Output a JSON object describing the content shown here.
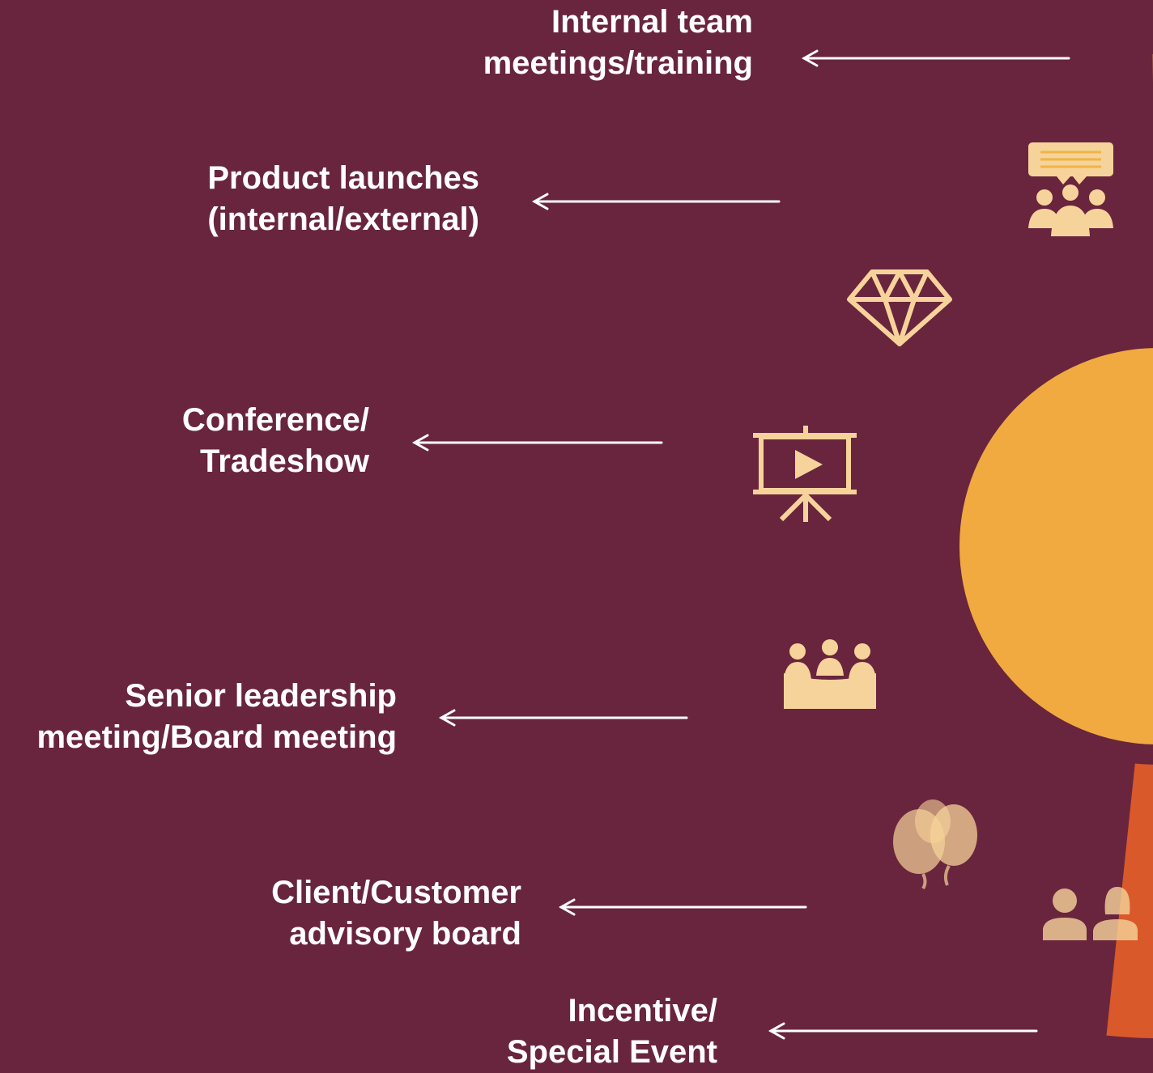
{
  "colors": {
    "background": "#69253d",
    "label_text": "#ffffff",
    "center_disc": "#f0aa40",
    "icon_tint": "#f6d39a"
  },
  "segments": [
    {
      "id": "internal",
      "icon": "meeting-presentation-icon",
      "label_lines": [
        "Internal team",
        "meetings/training"
      ],
      "color": "#efb443"
    },
    {
      "id": "launch",
      "icon": "diamond-icon",
      "label_lines": [
        "Product launches",
        "(internal/external)"
      ],
      "color": "#efa33d"
    },
    {
      "id": "conference",
      "icon": "presentation-screen-icon",
      "label_lines": [
        "Conference/",
        "Tradeshow"
      ],
      "color": "#ea9634"
    },
    {
      "id": "leadership",
      "icon": "board-table-icon",
      "label_lines": [
        "Senior leadership",
        "meeting/Board meeting"
      ],
      "color": "#ea8a38"
    },
    {
      "id": "client",
      "icon": "balloons-icon",
      "label_lines": [
        "Client/Customer",
        "advisory board"
      ],
      "color": "#e46d37"
    },
    {
      "id": "incentive",
      "icon": "couple-icon",
      "label_lines": [
        "Incentive/",
        "Special Event"
      ],
      "color": "#d9592a"
    }
  ]
}
